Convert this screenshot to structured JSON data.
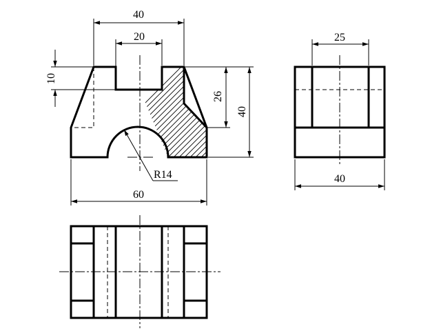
{
  "dimensions": {
    "top_width": "40",
    "slot_width": "20",
    "slot_depth": "10",
    "hatch_height": "26",
    "overall_height": "40",
    "radius": "R14",
    "base_width": "60",
    "side_slot_width": "25",
    "side_width": "40"
  },
  "colors": {
    "line": "#000000",
    "background": "#ffffff"
  }
}
